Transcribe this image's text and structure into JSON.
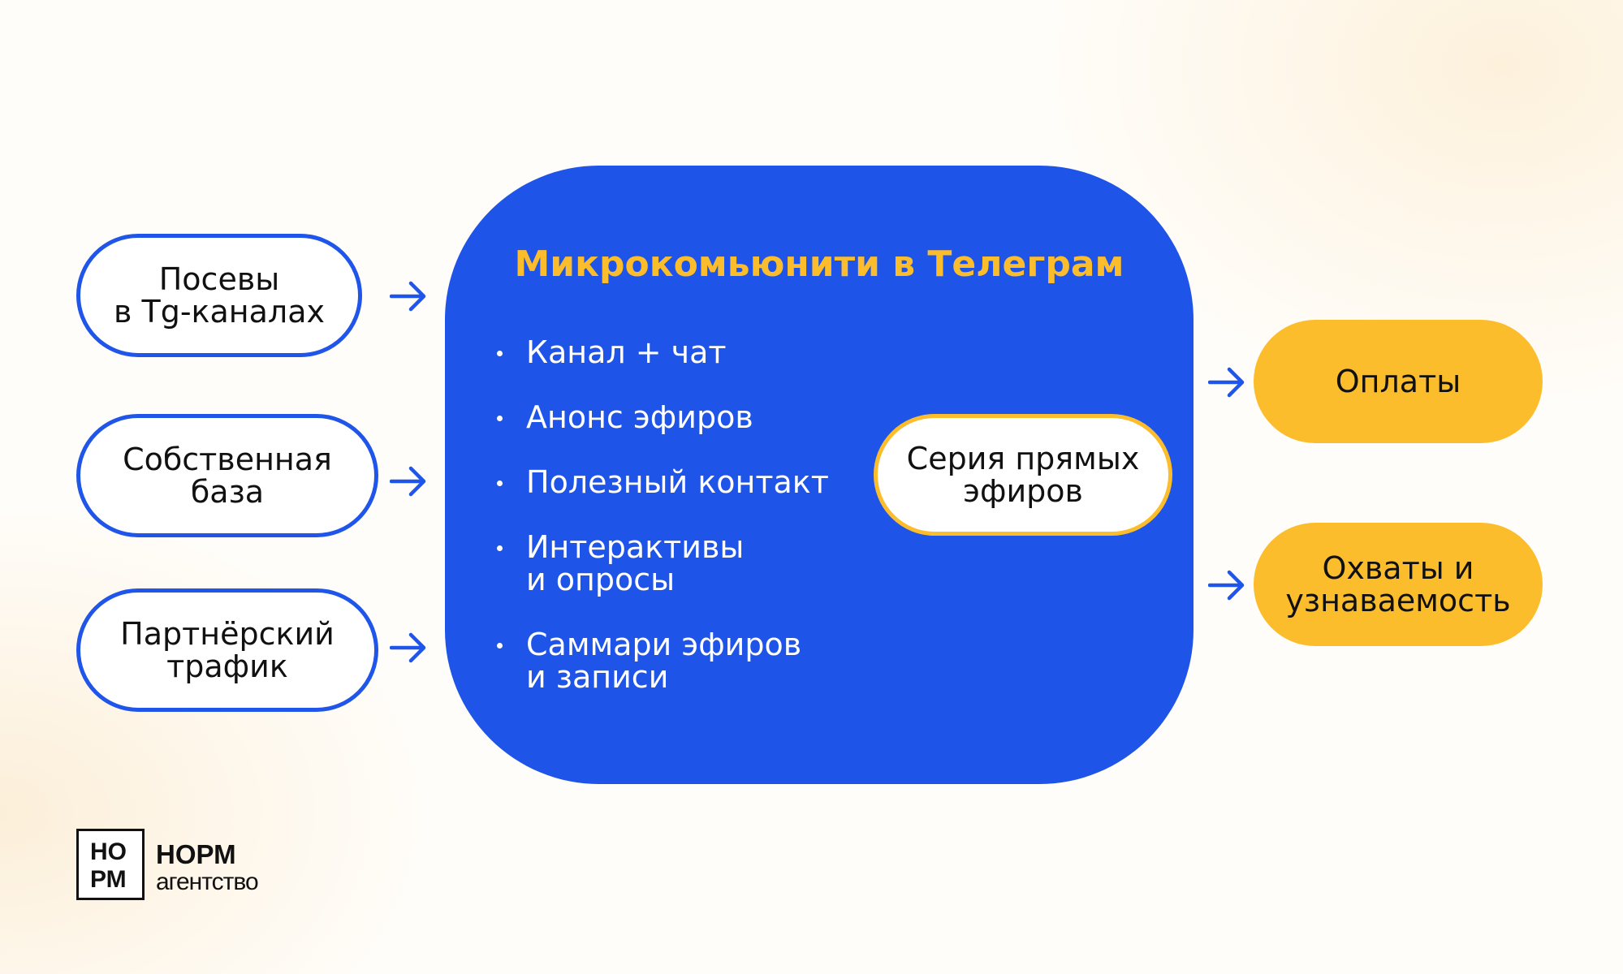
{
  "sources": [
    {
      "label": "Посевы\nв Tg-каналах"
    },
    {
      "label": "Собственная\nбаза"
    },
    {
      "label": "Партнёрский\nтрафик"
    }
  ],
  "community": {
    "title": "Микрокомьюнити в Телеграм",
    "bullets": [
      "Канал + чат",
      "Анонс эфиров",
      "Полезный контакт",
      "Интерактивы\nи опросы",
      "Саммари эфиров\nи записи"
    ],
    "highlight": "Серия прямых\nэфиров"
  },
  "outcomes": [
    {
      "label": "Оплаты"
    },
    {
      "label": "Охваты и\nузнаваемость"
    }
  ],
  "logo": {
    "mark": "НО\nРМ",
    "name": "НОРМ",
    "subtitle": "агентство"
  },
  "colors": {
    "blue": "#1e54e8",
    "yellow": "#fcbd2c"
  }
}
